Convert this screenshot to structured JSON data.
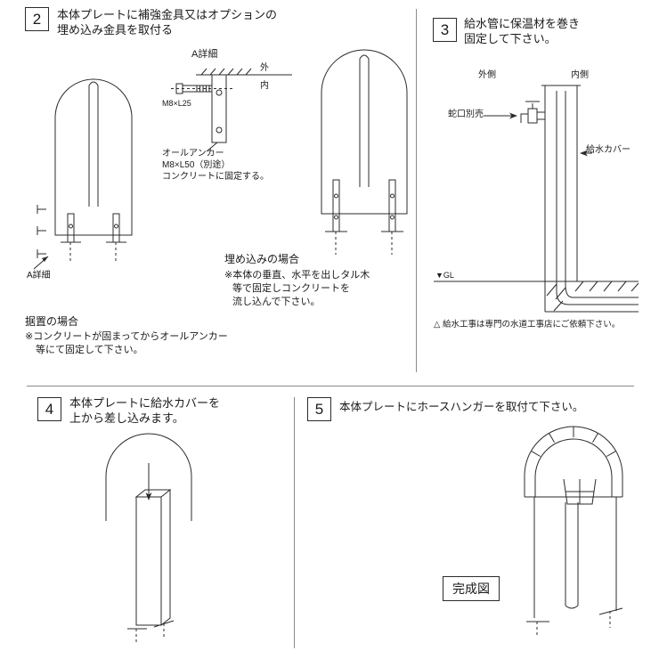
{
  "page": {
    "bg": "#ffffff",
    "line_color": "#2b2b2b"
  },
  "step2": {
    "number": "2",
    "title1": "本体プレートに補強金具又はオプションの",
    "title2": "埋め込み金具を取付る",
    "detail_ref_top": "A詳細",
    "detail_ref_bottom": "A詳細",
    "outside": "外",
    "inside": "内",
    "bolt": "M8×L25",
    "anchor1": "オールアンカー",
    "anchor2": "M8×L50（別途）",
    "anchor3": "コンクリートに固定する。",
    "embed_title": "埋め込みの場合",
    "embed1": "※本体の垂直、水平を出しタル木",
    "embed2": "等で固定しコンクリートを",
    "embed3": "流し込んで下さい。",
    "surface_title": "据置の場合",
    "surface1": "※コンクリートが固まってからオールアンカー",
    "surface2": "等にて固定して下さい。"
  },
  "step3": {
    "number": "3",
    "title1": "給水管に保温材を巻き",
    "title2": "固定して下さい。",
    "outside": "外側",
    "inside": "内側",
    "faucet": "蛇口別売",
    "cover": "給水カバー",
    "gl": "▼GL",
    "warning": "△ 給水工事は専門の水道工事店にご依頼下さい。"
  },
  "step4": {
    "number": "4",
    "title1": "本体プレートに給水カバーを",
    "title2": "上から差し込みます。"
  },
  "step5": {
    "number": "5",
    "title": "本体プレートにホースハンガーを取付て下さい。",
    "completion": "完成図"
  }
}
